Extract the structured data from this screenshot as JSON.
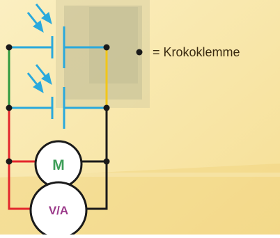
{
  "legend": {
    "symbol_meaning": "= Krokoklemme"
  },
  "components": {
    "motor_label": "M",
    "meter_label": "V/A"
  },
  "colors": {
    "background": "#f9e9ad",
    "wire_blue": "#2aa9dc",
    "wire_green": "#2f9a3e",
    "wire_yellow": "#f2c619",
    "wire_red": "#e3262c",
    "wire_black": "#1a1a1a",
    "motor_text": "#3d9e58",
    "meter_text": "#9b3a8a",
    "light_arrow": "#2aa9dc"
  }
}
